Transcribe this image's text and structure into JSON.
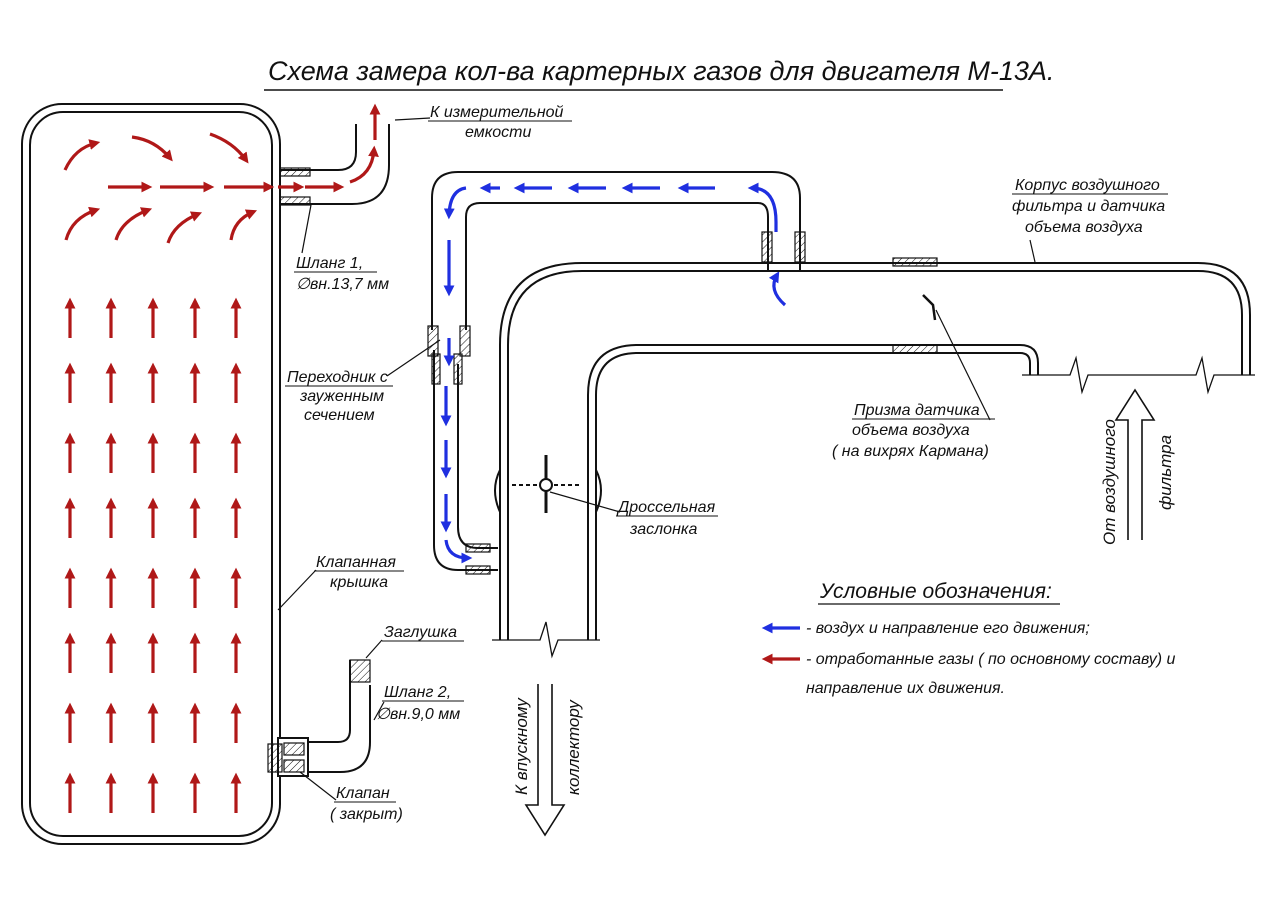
{
  "title": "Схема замера кол-ва картерных газов для двигателя М-13А.",
  "labels": {
    "measuring_tank": [
      "К измерительной",
      "емкости"
    ],
    "hose1": [
      "Шланг 1,",
      "∅вн.13,7 мм"
    ],
    "adapter": [
      "Переходник с",
      "зауженным",
      "сечением"
    ],
    "valve_cover": [
      "Клапанная",
      "крышка"
    ],
    "plug": "Заглушка",
    "hose2": [
      "Шланг 2,",
      "∅вн.9,0 мм"
    ],
    "valve": [
      "Клапан",
      "( закрыт)"
    ],
    "filter_housing": [
      "Корпус воздушного",
      "фильтра и датчика",
      "объема воздуха"
    ],
    "prism": [
      "Призма датчика",
      "объема воздуха",
      "( на вихрях Кармана)"
    ],
    "throttle": [
      "Дроссельная",
      "заслонка"
    ],
    "to_intake": [
      "К впускному",
      "коллектору"
    ],
    "from_filter": [
      "От воздушного",
      "фильтра"
    ]
  },
  "legend": {
    "title": "Условные обозначения:",
    "air": "- воздух и направление его движения;",
    "exhaust_1": "- отработанные газы   ( по основному составу)    и",
    "exhaust_2": "направление их движения."
  },
  "colors": {
    "air": "#1f2fe0",
    "exhaust": "#b01818",
    "line": "#111111"
  }
}
